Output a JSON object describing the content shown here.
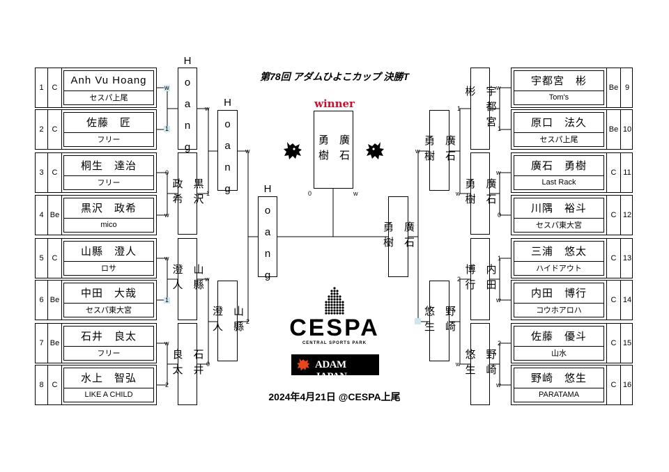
{
  "title": "第78回 アダムひよこカップ 決勝T",
  "winner_label": "winner",
  "champion": "廣石\n\n勇樹",
  "date_venue": "2024年4月21日 @CESPA上尾",
  "logo": {
    "name": "CESPA",
    "subtitle": "CENTRAL SPORTS PARK",
    "sponsor": "ADAM JAPAN",
    "icons": [
      "dot-matrix-tower-icon",
      "lion-crest-icon"
    ]
  },
  "colors": {
    "winner_text": "#c8102e",
    "score_highlight": "#cfe6ee"
  },
  "entries_left": [
    {
      "seed": "1",
      "cls": "C",
      "name": "Anh Vu Hoang",
      "team": "セスパ上尾"
    },
    {
      "seed": "2",
      "cls": "C",
      "name": "佐藤　匠",
      "team": "フリー"
    },
    {
      "seed": "3",
      "cls": "C",
      "name": "桐生　達治",
      "team": "フリー"
    },
    {
      "seed": "4",
      "cls": "Be",
      "name": "黒沢　政希",
      "team": "mico"
    },
    {
      "seed": "5",
      "cls": "C",
      "name": "山縣　澄人",
      "team": "ロサ"
    },
    {
      "seed": "6",
      "cls": "Be",
      "name": "中田　大哉",
      "team": "セスパ東大宮"
    },
    {
      "seed": "7",
      "cls": "Be",
      "name": "石井　良太",
      "team": "フリー"
    },
    {
      "seed": "8",
      "cls": "C",
      "name": "水上　智弘",
      "team": "LIKE A CHILD"
    }
  ],
  "entries_right": [
    {
      "seed": "9",
      "cls": "Be",
      "name": "宇都宮　彬",
      "team": "Tom's"
    },
    {
      "seed": "10",
      "cls": "Be",
      "name": "原口　法久",
      "team": "セスパ上尾"
    },
    {
      "seed": "11",
      "cls": "C",
      "name": "廣石　勇樹",
      "team": "Last Rack"
    },
    {
      "seed": "12",
      "cls": "C",
      "name": "川隅　裕斗",
      "team": "セスパ東大宮"
    },
    {
      "seed": "13",
      "cls": "C",
      "name": "三浦　悠太",
      "team": "ハイドアウト"
    },
    {
      "seed": "14",
      "cls": "C",
      "name": "内田　博行",
      "team": "コウホアロハ"
    },
    {
      "seed": "15",
      "cls": "C",
      "name": "佐藤　優斗",
      "team": "山水"
    },
    {
      "seed": "16",
      "cls": "C",
      "name": "野崎　悠生",
      "team": "PARATAMA"
    }
  ],
  "rounds_left": {
    "r1": [
      "Hoang",
      "黒沢\n\n政希",
      "山縣\n\n澄人",
      "石井\n\n良太"
    ],
    "qf": [
      "Hoang",
      "山縣\n\n澄人"
    ],
    "sf": "Hoang"
  },
  "rounds_right": {
    "r1": [
      "宇都宮\n\n彬",
      "廣石\n\n勇樹",
      "内田\n\n博行",
      "野崎\n\n悠生"
    ],
    "qf": [
      "廣石\n\n勇樹",
      "野崎\n\n悠生"
    ],
    "sf": "廣石\n\n勇樹"
  },
  "scores_left_r1": [
    {
      "top": "w",
      "bottom": "1"
    },
    {
      "top": "0",
      "bottom": "w"
    },
    {
      "top": "w",
      "bottom": "1"
    },
    {
      "top": "w",
      "bottom": "2"
    }
  ],
  "scores_left_qf": [
    {
      "top": "w",
      "bottom": "1"
    },
    {
      "top": "w",
      "bottom": "0"
    }
  ],
  "scores_left_sf": {
    "top": "w",
    "bottom": "2"
  },
  "scores_right_r1": [
    {
      "top": "w",
      "bottom": "1"
    },
    {
      "top": "w",
      "bottom": "0"
    },
    {
      "top": "1",
      "bottom": "w"
    },
    {
      "top": "2",
      "bottom": "w"
    }
  ],
  "scores_right_qf": [
    {
      "top": "1",
      "bottom": "w"
    },
    {
      "top": "2",
      "bottom": "w"
    }
  ],
  "scores_right_sf": {
    "top": "w",
    "bottom": ""
  },
  "scores_final": {
    "left": "0",
    "right": "w"
  }
}
